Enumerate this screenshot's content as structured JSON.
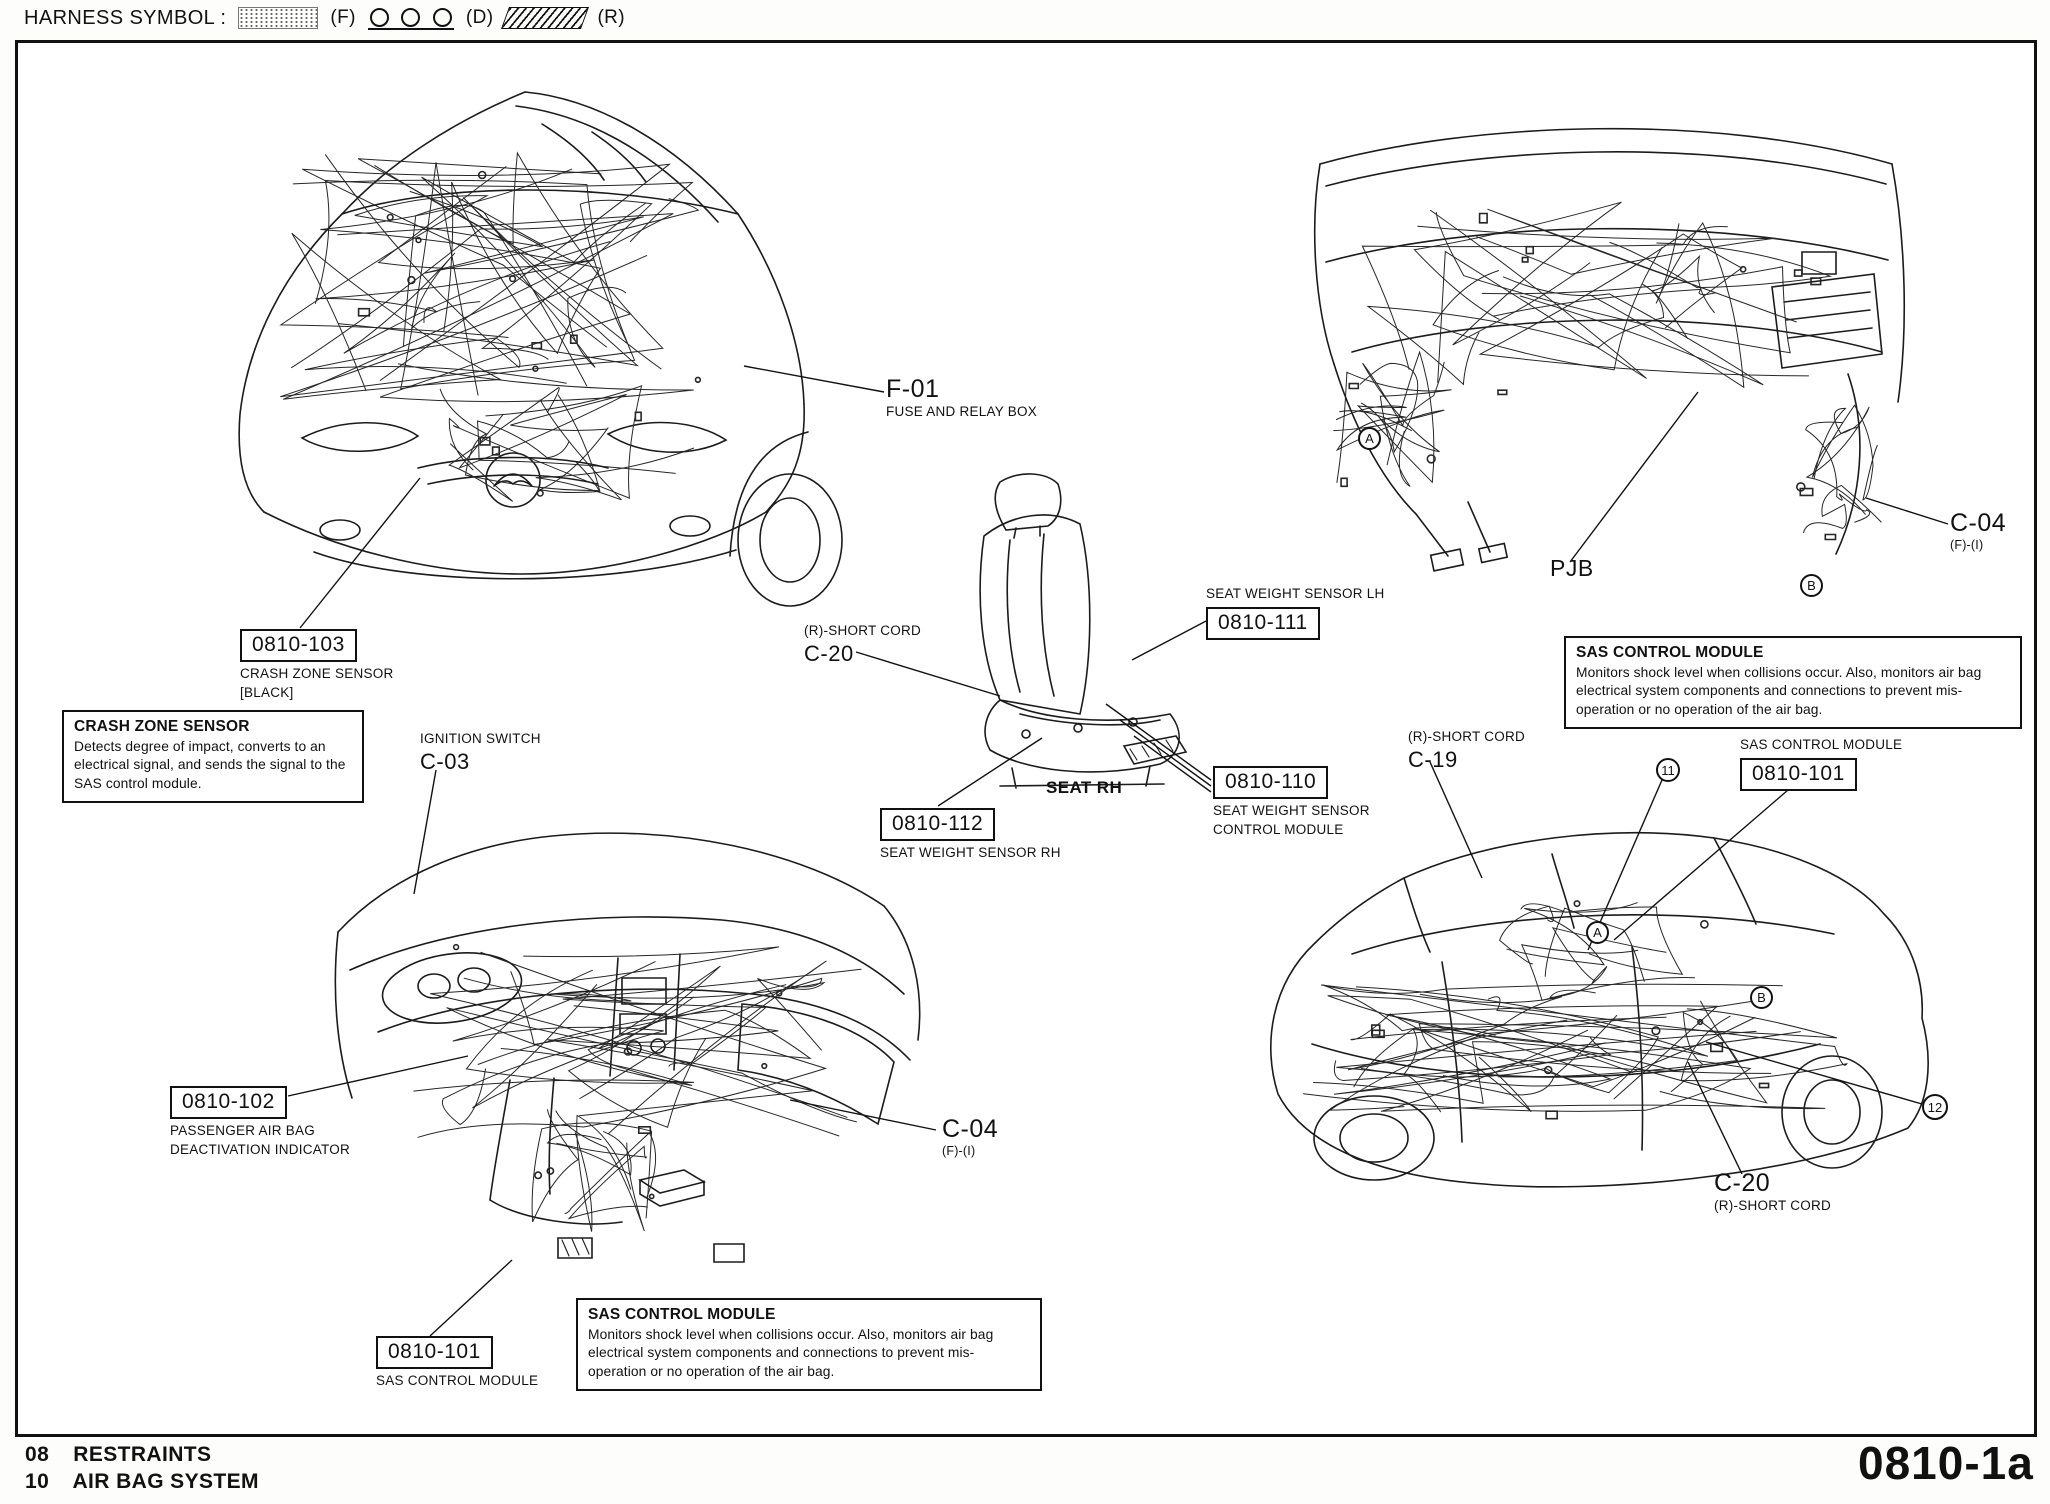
{
  "header": {
    "label": "HARNESS SYMBOL :",
    "symbols": [
      {
        "pattern": "dotted-fill",
        "label": "(F)"
      },
      {
        "pattern": "three-circles",
        "label": "(D)"
      },
      {
        "pattern": "diagonal-hatch",
        "label": "(R)"
      }
    ]
  },
  "engine_bay": {
    "f01_code": "F-01",
    "f01_desc": "FUSE AND RELAY BOX",
    "sensor_code": "0810-103",
    "sensor_desc1": "CRASH ZONE SENSOR",
    "sensor_desc2": "[BLACK]"
  },
  "crash_zone_box": {
    "title": "CRASH ZONE SENSOR",
    "body": "Detects degree of impact, converts to an electrical signal, and sends the signal to the SAS control module."
  },
  "ignition": {
    "label": "IGNITION SWITCH",
    "code": "C-03"
  },
  "seat": {
    "short_cord_label": "(R)-SHORT CORD",
    "short_cord_code": "C-20",
    "sensor_lh_label": "SEAT WEIGHT SENSOR LH",
    "sensor_lh_code": "0810-111",
    "seat_label": "SEAT RH",
    "control_code": "0810-110",
    "control_desc1": "SEAT WEIGHT SENSOR",
    "control_desc2": "CONTROL MODULE",
    "sensor_rh_code": "0810-112",
    "sensor_rh_desc": "SEAT WEIGHT SENSOR RH"
  },
  "dash_right": {
    "pjb": "PJB",
    "c04_code": "C-04",
    "c04_sub": "(F)-(I)",
    "circle_a": "A",
    "circle_b": "B"
  },
  "sas_box_right": {
    "title": "SAS CONTROL MODULE",
    "body": "Monitors shock level when collisions occur. Also, monitors air bag electrical system components and connections to prevent mis-operation or no operation of the air bag."
  },
  "car": {
    "c19_label": "(R)-SHORT CORD",
    "c19_code": "C-19",
    "sas_label": "SAS CONTROL MODULE",
    "sas_code": "0810-101",
    "num11": "11",
    "num12": "12",
    "circle_a": "A",
    "circle_b": "B",
    "c20_code": "C-20",
    "c20_label": "(R)-SHORT CORD"
  },
  "dash_left": {
    "indicator_code": "0810-102",
    "indicator_desc1": "PASSENGER AIR BAG",
    "indicator_desc2": "DEACTIVATION INDICATOR",
    "c04_code": "C-04",
    "c04_sub": "(F)-(I)",
    "sas_code": "0810-101",
    "sas_desc": "SAS CONTROL MODULE"
  },
  "sas_box_bottom": {
    "title": "SAS CONTROL MODULE",
    "body": "Monitors shock level when collisions occur. Also, monitors air bag electrical system components and connections to prevent mis-operation or no operation of the air bag."
  },
  "footer": {
    "line1_num": "08",
    "line1_text": "RESTRAINTS",
    "line2_num": "10",
    "line2_text": "AIR BAG SYSTEM",
    "page_id": "0810-1a"
  }
}
